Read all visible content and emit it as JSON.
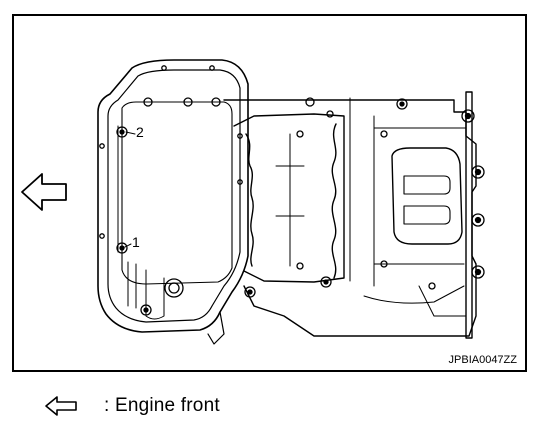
{
  "figure": {
    "figure_id": "JPBIA0047ZZ",
    "callouts": [
      "2",
      "1"
    ]
  },
  "legend": {
    "icon": "hollow-left-arrow-icon",
    "text": ": Engine front"
  },
  "colors": {
    "line": "#000000",
    "background": "#ffffff"
  }
}
